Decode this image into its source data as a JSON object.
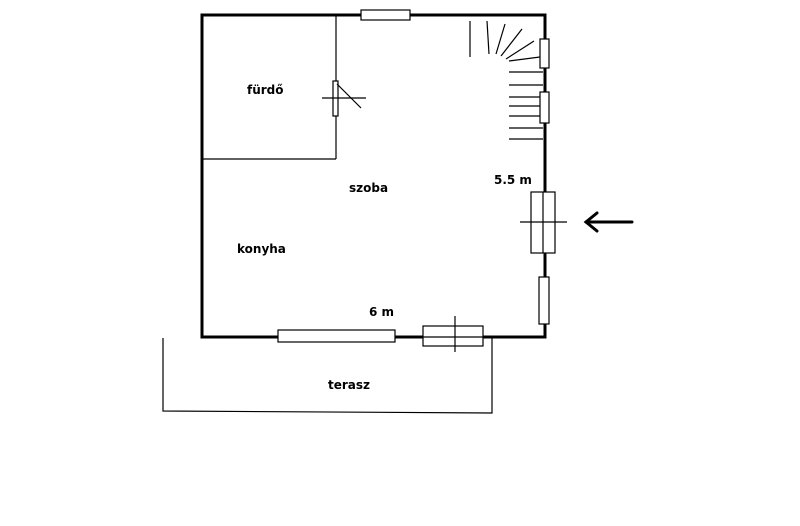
{
  "plan": {
    "rooms": {
      "bathroom": "fürdő",
      "room": "szoba",
      "kitchen": "konyha",
      "terrace": "terasz"
    },
    "dimensions": {
      "width": "6 m",
      "depth": "5.5 m"
    },
    "colors": {
      "line": "#000000",
      "background": "#ffffff"
    },
    "icons": {
      "entrance": "arrow-left-icon"
    }
  }
}
